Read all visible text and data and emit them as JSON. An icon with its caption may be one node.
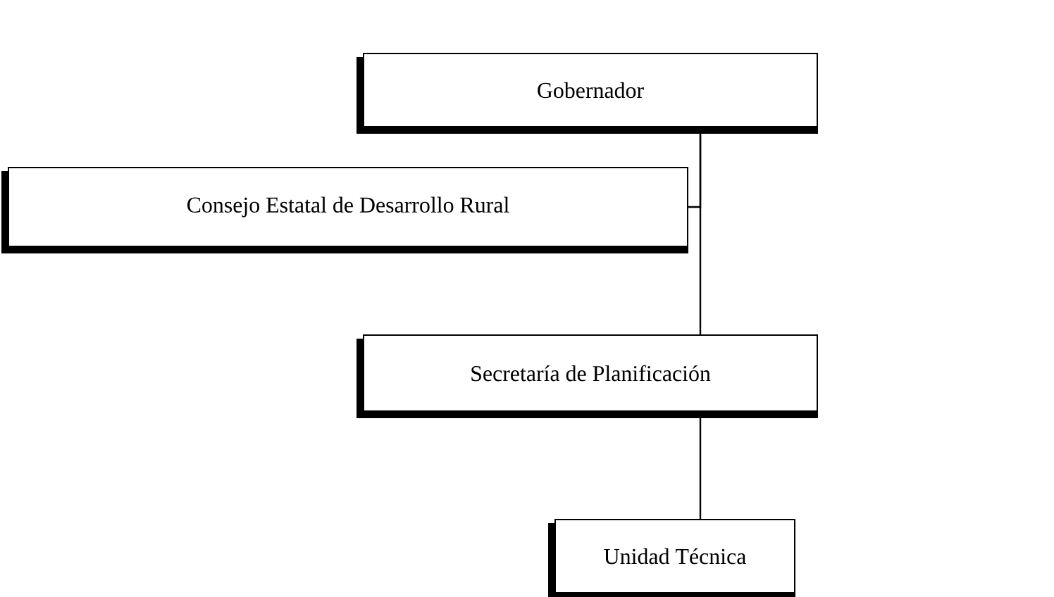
{
  "diagram": {
    "nodes": [
      {
        "text": [
          "Gobernador"
        ]
      },
      {
        "text": [
          "Consejo Estatal de Desarrollo Rural"
        ]
      },
      {
        "text": [
          "Secretaría de Planificación"
        ]
      },
      {
        "text": [
          "Unidad Técnica"
        ]
      }
    ],
    "edges": [
      {
        "from": 0,
        "to": 2,
        "arrow": "none"
      },
      {
        "from": 1,
        "to": 0,
        "arrow": "none"
      },
      {
        "from": 2,
        "to": 3,
        "arrow": "none"
      }
    ]
  }
}
